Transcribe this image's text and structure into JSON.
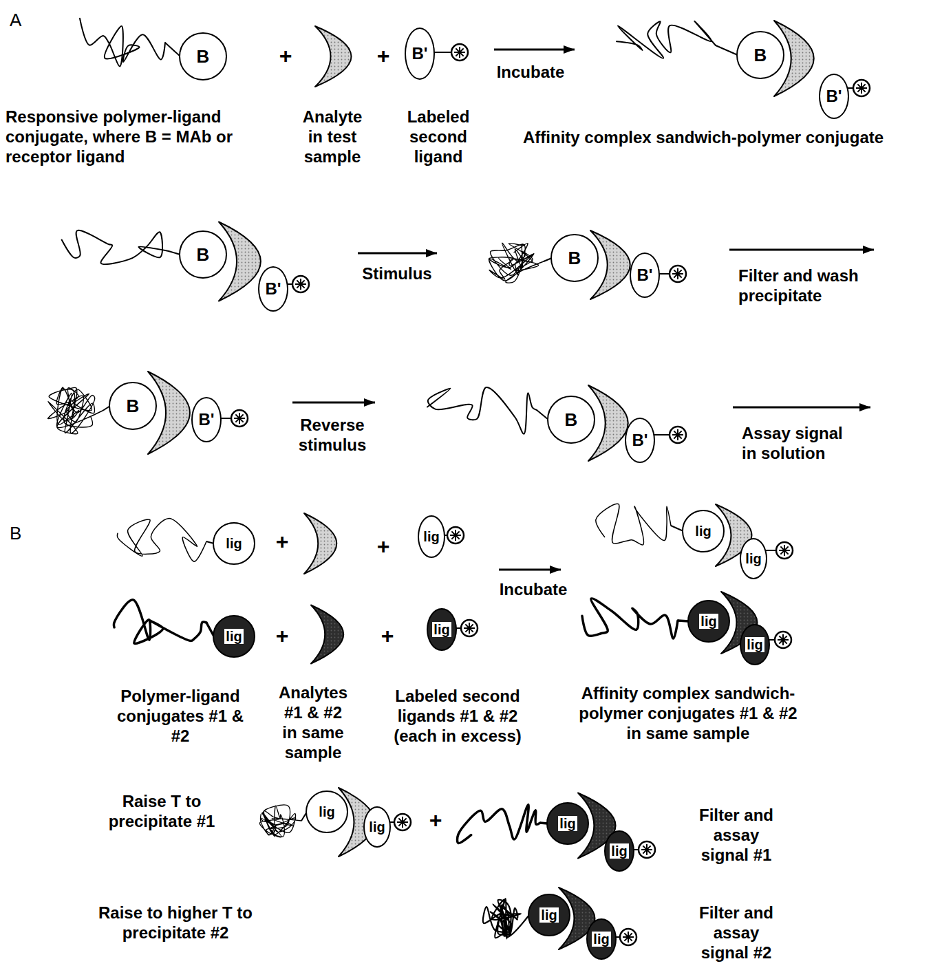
{
  "diagram": {
    "nodes": [
      {
        "text": [
          "B"
        ]
      },
      {
        "text": [
          "B'"
        ]
      },
      {
        "text": [
          "B"
        ]
      },
      {
        "text": [
          "B'"
        ]
      },
      {
        "text": [
          "B"
        ]
      },
      {
        "text": [
          "B'"
        ]
      },
      {
        "text": [
          "B"
        ]
      },
      {
        "text": [
          "B'"
        ]
      },
      {
        "text": [
          "B"
        ]
      },
      {
        "text": [
          "B'"
        ]
      },
      {
        "text": [
          "B"
        ]
      },
      {
        "text": [
          "B'"
        ]
      },
      {
        "text": [
          "lig"
        ]
      },
      {
        "text": [
          "lig"
        ]
      },
      {
        "text": [
          "lig"
        ]
      },
      {
        "text": [
          "lig"
        ]
      },
      {
        "text": [
          "lig"
        ]
      },
      {
        "text": [
          "lig"
        ]
      },
      {
        "text": [
          "lig"
        ]
      },
      {
        "text": [
          "lig"
        ]
      },
      {
        "text": [
          "lig"
        ]
      },
      {
        "text": [
          "lig"
        ]
      },
      {
        "text": [
          "lig"
        ]
      },
      {
        "text": [
          "lig"
        ]
      },
      {
        "text": [
          "lig"
        ]
      },
      {
        "text": [
          "lig"
        ]
      }
    ],
    "labels": [
      "A",
      "Responsive polymer-ligand conjugate, where B = MAb or receptor ligand",
      "+",
      "Analyte in test sample",
      "+",
      "Labeled second ligand",
      "Incubate",
      "Affinity complex sandwich-polymer conjugate",
      "Stimulus",
      "Filter and wash precipitate",
      "Reverse stimulus",
      "Assay signal in solution",
      "B",
      "+",
      "+",
      "+",
      "+",
      "Incubate",
      "Polymer-ligand conjugates #1 & #2",
      "Analytes #1 & #2 in same sample",
      "Labeled second ligands #1 & #2 (each in excess)",
      "Affinity complex sandwich-polymer conjugates #1 & #2 in same sample",
      "Raise T to precipitate #1",
      "+",
      "Filter and assay signal #1",
      "Raise to higher T to precipitate #2",
      "Filter and assay signal #2"
    ]
  }
}
